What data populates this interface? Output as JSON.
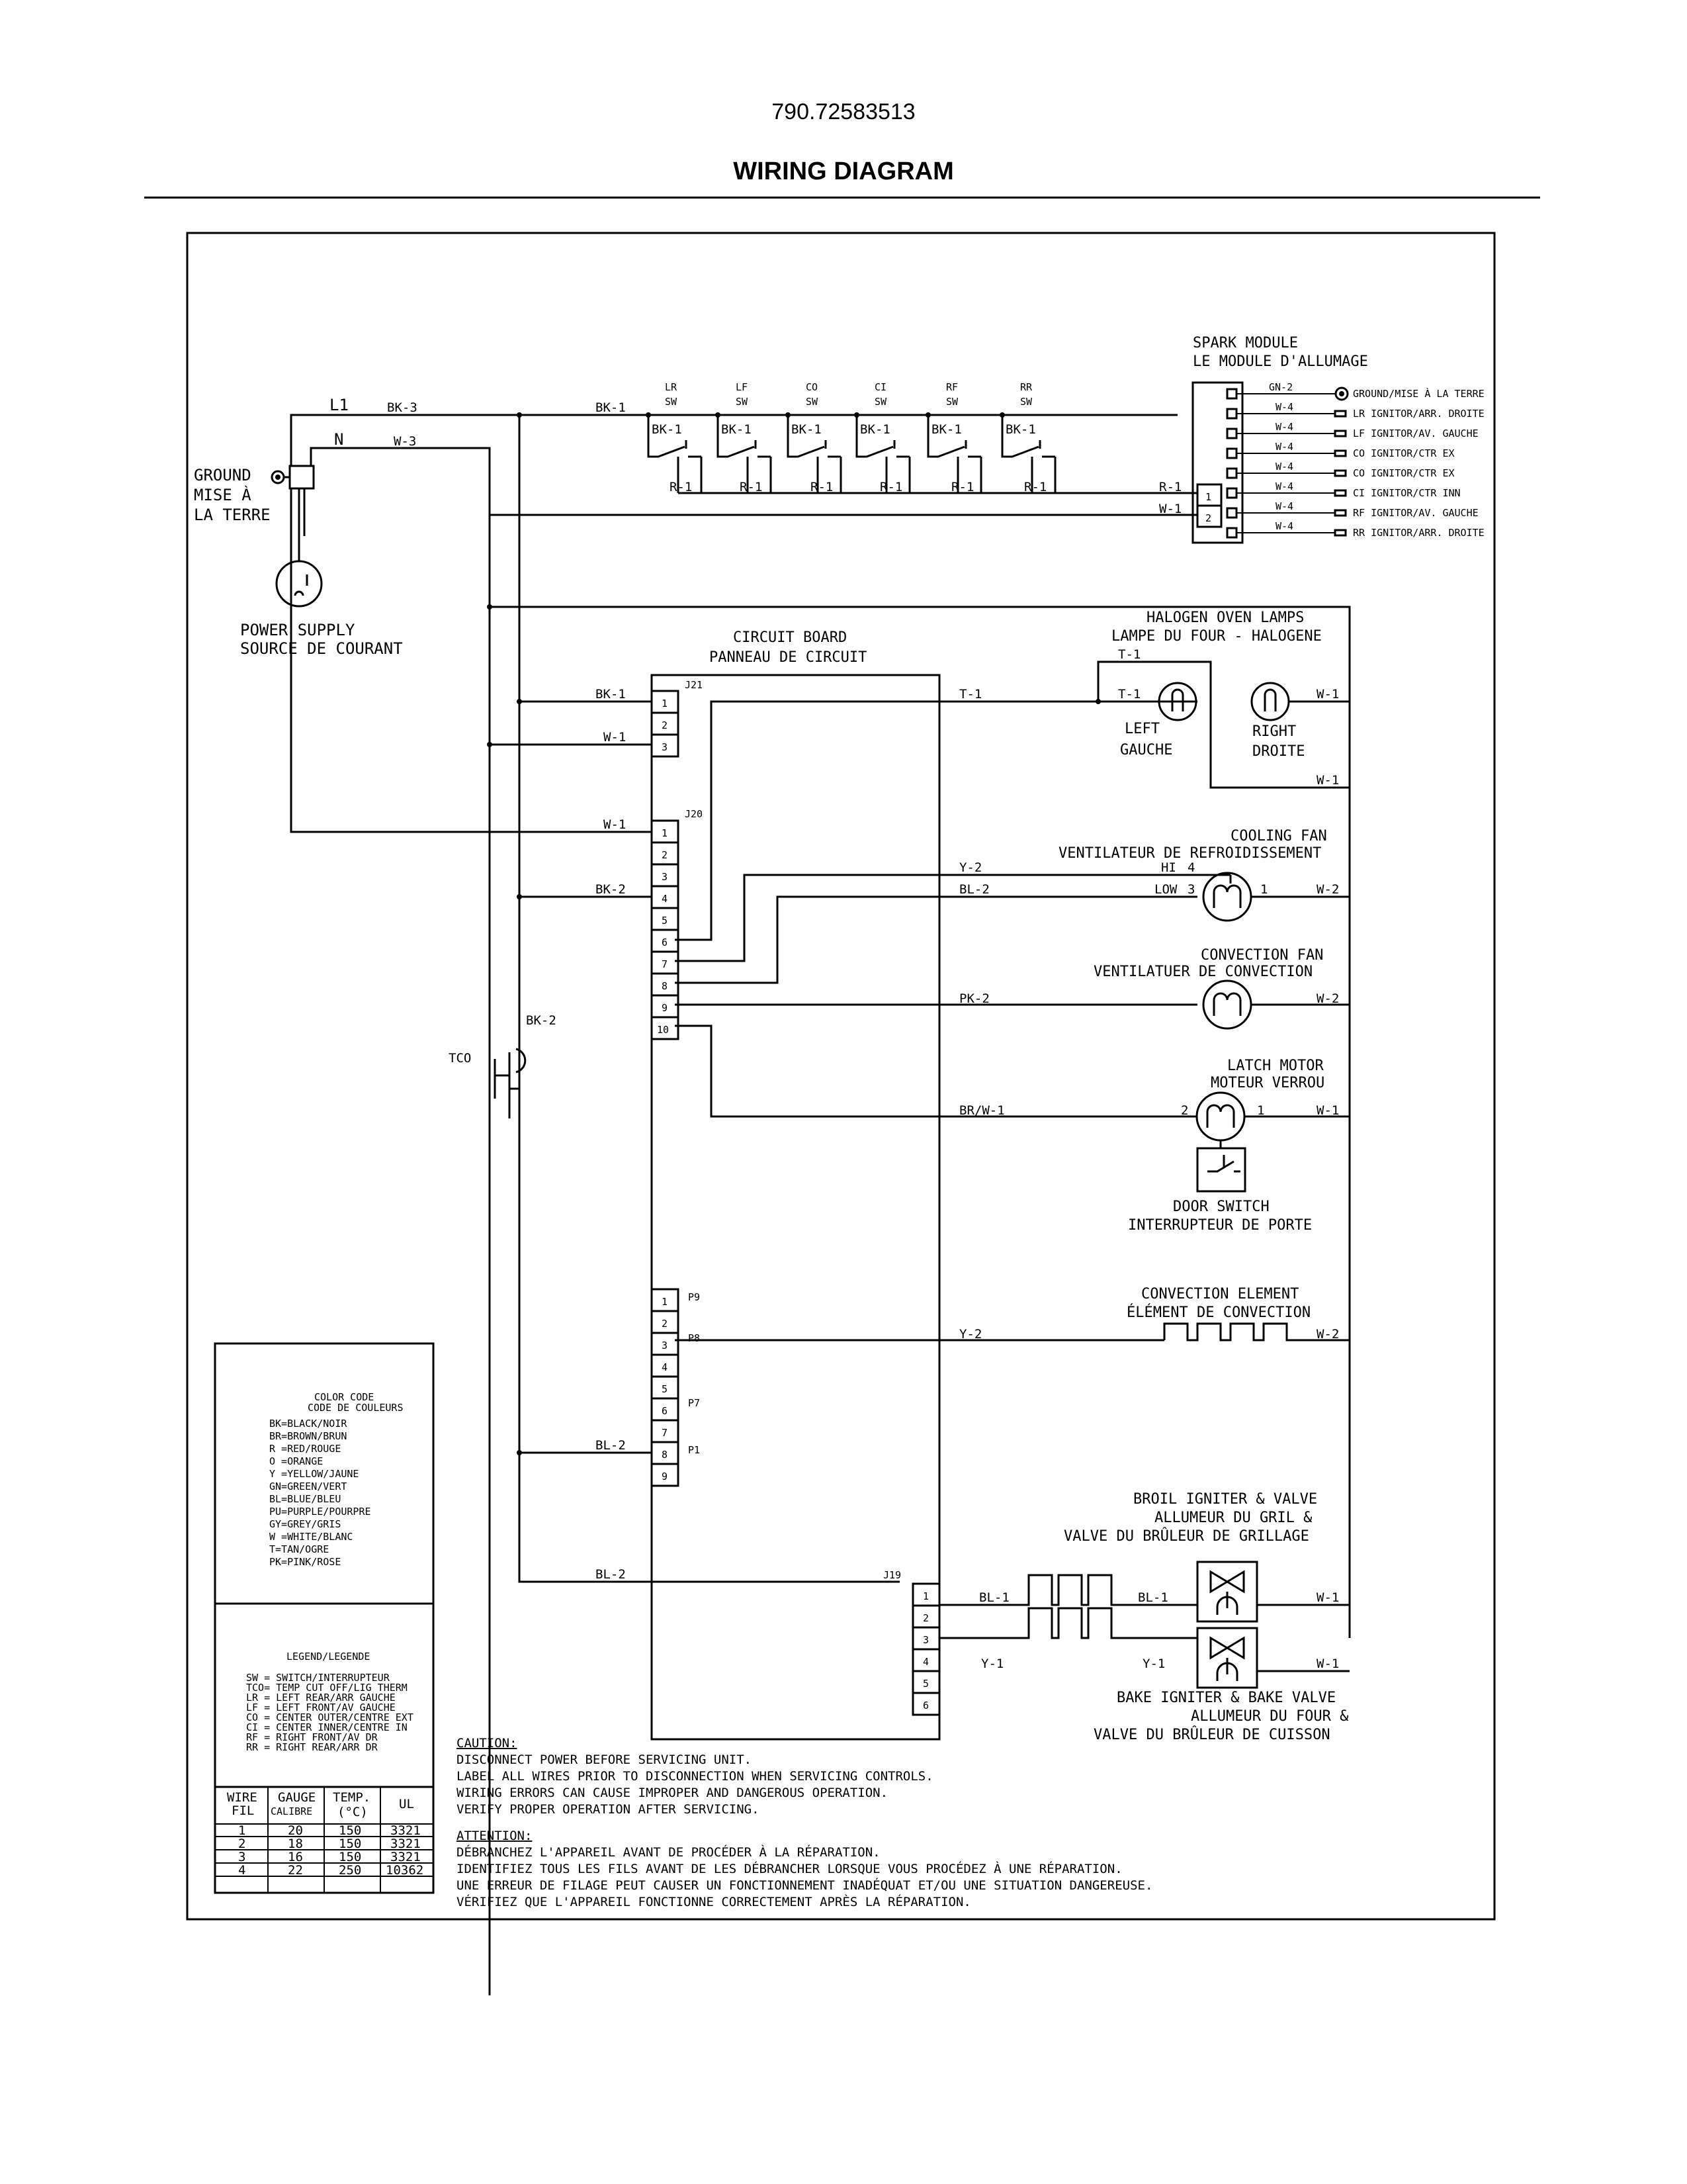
{
  "header": {
    "model": "790.72583513",
    "title": "WIRING DIAGRAM"
  },
  "power": {
    "l1": "L1",
    "n": "N",
    "ground": [
      "GROUND",
      "MISE À",
      "LA TERRE"
    ],
    "supply": [
      "POWER SUPPLY",
      "SOURCE DE COURANT"
    ],
    "tco": "TCO"
  },
  "switches": [
    {
      "name": "LR",
      "sw": "SW"
    },
    {
      "name": "LF",
      "sw": "SW"
    },
    {
      "name": "CO",
      "sw": "SW"
    },
    {
      "name": "CI",
      "sw": "SW"
    },
    {
      "name": "RF",
      "sw": "SW"
    },
    {
      "name": "RR",
      "sw": "SW"
    }
  ],
  "spark_module": {
    "title": [
      "SPARK MODULE",
      "LE MODULE D'ALLUMAGE"
    ],
    "terminals": [
      "1",
      "2"
    ],
    "outputs": [
      {
        "wire": "GN-2",
        "label": "GROUND/MISE À LA TERRE"
      },
      {
        "wire": "W-4",
        "label": "LR IGNITOR/ARR. DROITE"
      },
      {
        "wire": "W-4",
        "label": "LF IGNITOR/AV. GAUCHE"
      },
      {
        "wire": "W-4",
        "label": "CO IGNITOR/CTR EX"
      },
      {
        "wire": "W-4",
        "label": "CO IGNITOR/CTR EX"
      },
      {
        "wire": "W-4",
        "label": "CI IGNITOR/CTR INN"
      },
      {
        "wire": "W-4",
        "label": "RF IGNITOR/AV. GAUCHE"
      },
      {
        "wire": "W-4",
        "label": "RR IGNITOR/ARR. DROITE"
      }
    ]
  },
  "wires": {
    "bk3": "BK-3",
    "w3": "W-3",
    "bk1": "BK-1",
    "r1": "R-1",
    "w1": "W-1",
    "bk2": "BK-2",
    "t1": "T-1",
    "y2": "Y-2",
    "bl2": "BL-2",
    "pk2": "PK-2",
    "brw1": "BR/W-1",
    "w2": "W-2",
    "bl1": "BL-1",
    "y1": "Y-1"
  },
  "circuit_board": {
    "title": [
      "CIRCUIT BOARD",
      "PANNEAU DE CIRCUIT"
    ],
    "j21": "J21",
    "j20": "J20",
    "j19": "J19",
    "p9": "P9",
    "p8": "P8",
    "p7": "P7",
    "p1": "P1",
    "j21_pins": [
      "1",
      "2",
      "3"
    ],
    "j20_pins": [
      "1",
      "2",
      "3",
      "4",
      "5",
      "6",
      "7",
      "8",
      "9",
      "10"
    ],
    "p_pins": [
      "1",
      "2",
      "3",
      "4",
      "5",
      "6",
      "7",
      "8",
      "9"
    ],
    "j19_pins": [
      "1",
      "2",
      "3",
      "4",
      "5",
      "6"
    ]
  },
  "components": {
    "halogen": [
      "HALOGEN OVEN LAMPS",
      "LAMPE DU FOUR - HALOGENE"
    ],
    "left": [
      "LEFT",
      "GAUCHE"
    ],
    "right": [
      "RIGHT",
      "DROITE"
    ],
    "cooling_fan": [
      "COOLING FAN",
      "VENTILATEUR DE REFROIDISSEMENT"
    ],
    "hi": "HI",
    "hi_pin": "4",
    "low": "LOW",
    "low_pin": "3",
    "fan_pin": "1",
    "convection_fan": [
      "CONVECTION FAN",
      "VENTILATUER DE CONVECTION"
    ],
    "latch_motor": [
      "LATCH MOTOR",
      "MOTEUR VERROU"
    ],
    "latch_pin2": "2",
    "latch_pin1": "1",
    "door_switch": [
      "DOOR SWITCH",
      "INTERRUPTEUR DE PORTE"
    ],
    "convection_element": [
      "CONVECTION ELEMENT",
      "ÉLÉMENT DE CONVECTION"
    ],
    "broil": [
      "BROIL IGNITER & VALVE",
      "ALLUMEUR DU GRIL &",
      "VALVE DU BRÛLEUR DE GRILLAGE"
    ],
    "bake": [
      "BAKE IGNITER & BAKE VALVE",
      "ALLUMEUR DU FOUR &",
      "VALVE DU BRÛLEUR DE CUISSON"
    ]
  },
  "color_code": {
    "title": [
      "COLOR CODE",
      "CODE DE COULEURS"
    ],
    "entries": [
      "BK=BLACK/NOIR",
      "BR=BROWN/BRUN",
      "R =RED/ROUGE",
      "O =ORANGE",
      "Y =YELLOW/JAUNE",
      "GN=GREEN/VERT",
      "BL=BLUE/BLEU",
      "PU=PURPLE/POURPRE",
      "GY=GREY/GRIS",
      "W =WHITE/BLANC",
      "T=TAN/OGRE",
      "PK=PINK/ROSE"
    ]
  },
  "legend": {
    "title": "LEGEND/LEGENDE",
    "entries": [
      "SW = SWITCH/INTERRUPTEUR",
      "TCO= TEMP CUT OFF/LIG THERM",
      "LR = LEFT REAR/ARR GAUCHE",
      "LF = LEFT FRONT/AV GAUCHE",
      "CO = CENTER OUTER/CENTRE EXT",
      "CI = CENTER INNER/CENTRE IN",
      "RF = RIGHT FRONT/AV DR",
      "RR = RIGHT REAR/ARR DR"
    ]
  },
  "wire_table": {
    "headers": [
      [
        "WIRE",
        "FIL"
      ],
      [
        "GAUGE",
        "CALIBRE"
      ],
      [
        "TEMP.",
        "(°C)"
      ],
      [
        "UL"
      ]
    ],
    "rows": [
      [
        "1",
        "20",
        "150",
        "3321"
      ],
      [
        "2",
        "18",
        "150",
        "3321"
      ],
      [
        "3",
        "16",
        "150",
        "3321"
      ],
      [
        "4",
        "22",
        "250",
        "10362"
      ]
    ]
  },
  "caution": {
    "en_title": "CAUTION:",
    "en": [
      "DISCONNECT POWER BEFORE SERVICING UNIT.",
      "LABEL ALL WIRES PRIOR TO DISCONNECTION WHEN SERVICING CONTROLS.",
      "WIRING ERRORS CAN CAUSE IMPROPER AND DANGEROUS OPERATION.",
      "VERIFY PROPER OPERATION AFTER SERVICING."
    ],
    "fr_title": "ATTENTION:",
    "fr": [
      "DÉBRANCHEZ L'APPAREIL AVANT DE PROCÉDER À LA RÉPARATION.",
      "IDENTIFIEZ TOUS LES FILS AVANT DE LES DÉBRANCHER LORSQUE VOUS PROCÉDEZ À UNE RÉPARATION.",
      "UNE ERREUR DE FILAGE PEUT CAUSER UN FONCTIONNEMENT INADÉQUAT ET/OU UNE SITUATION DANGEREUSE.",
      "VÉRIFIEZ QUE L'APPAREIL FONCTIONNE CORRECTEMENT APRÈS LA RÉPARATION."
    ]
  }
}
